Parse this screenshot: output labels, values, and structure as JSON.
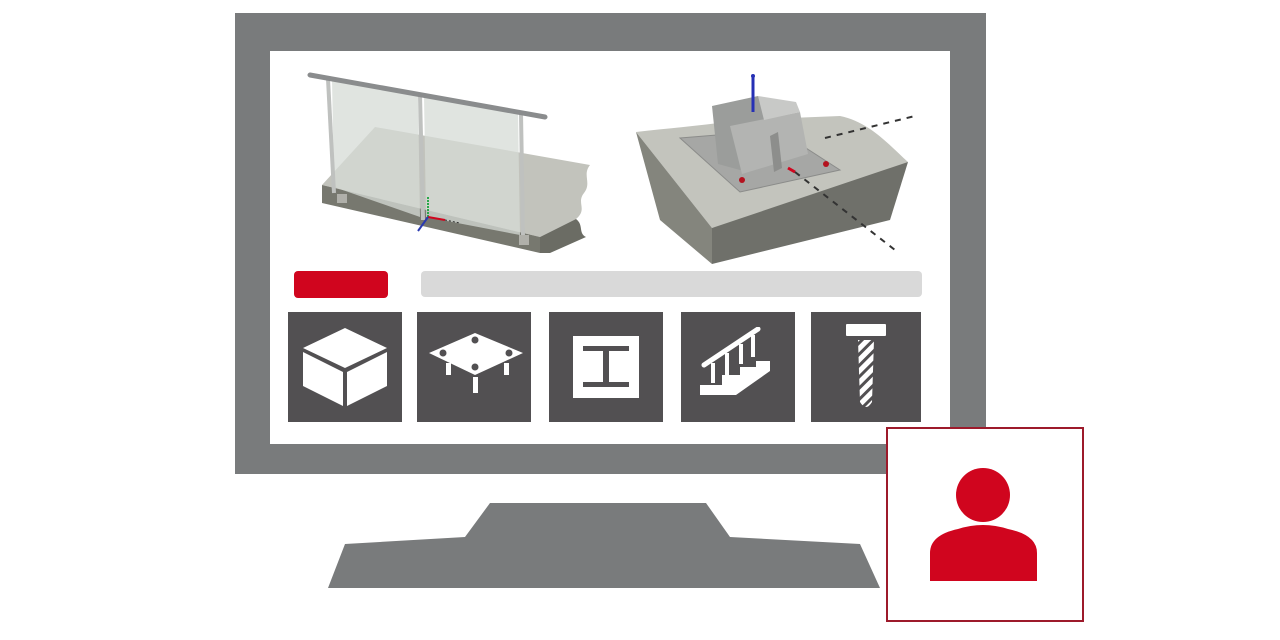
{
  "illustration": {
    "monitor": {
      "frame_color": "#797b7c",
      "screen_color": "#ffffff"
    },
    "viewports": [
      {
        "name": "glass-railing-model",
        "description": "3D model of glass balustrade on concrete slab"
      },
      {
        "name": "column-base-plate-model",
        "description": "3D model of steel column base plate on concrete"
      }
    ],
    "toolbar": {
      "primary_button_color": "#d0051e",
      "primary_button_label": "",
      "search_bar_color": "#d9d9d9",
      "search_bar_placeholder": ""
    },
    "tiles": [
      {
        "icon": "concrete-block-icon",
        "label": "Concrete"
      },
      {
        "icon": "base-plate-icon",
        "label": "Base plate"
      },
      {
        "icon": "steel-beam-icon",
        "label": "Steel profile"
      },
      {
        "icon": "stair-railing-icon",
        "label": "Railing"
      },
      {
        "icon": "anchor-screw-icon",
        "label": "Anchor"
      }
    ],
    "tile_color": "#525052",
    "user": {
      "icon": "user-icon",
      "accent_color": "#d0051e",
      "border_color": "#9d1a2b"
    }
  }
}
